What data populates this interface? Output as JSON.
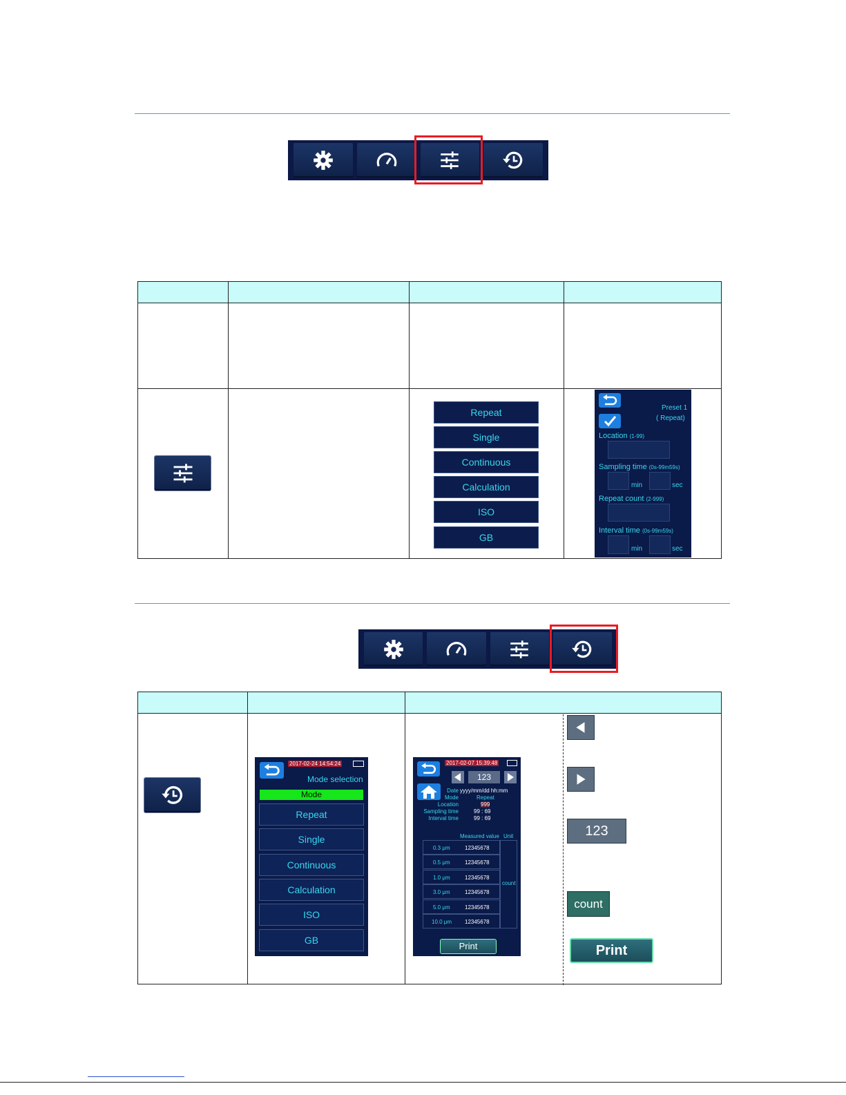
{
  "toolbar_icons": [
    "gear-icon",
    "speedometer-icon",
    "sliders-icon",
    "history-icon"
  ],
  "mode_buttons": [
    "Repeat",
    "Single",
    "Continuous",
    "Calculation",
    "ISO",
    "GB"
  ],
  "preset_screen": {
    "title": "Preset 1",
    "subtitle": "( Repeat)",
    "location_label": "Location",
    "location_range": "(1-99)",
    "sampling_label": "Sampling  time",
    "sampling_range": "(0s-99m59s)",
    "repeat_label": "Repeat  count",
    "repeat_range": "(2-999)",
    "interval_label": "Interval  time",
    "interval_range": "(0s-99m59s)",
    "min_unit": "min",
    "sec_unit": "sec"
  },
  "mode_screen": {
    "datetime": "2017-02-24  14:54:24",
    "title": "Mode selection",
    "mode_header": "Mode"
  },
  "data_screen": {
    "datetime": "2017-02-07  15:39:48",
    "record_no": "123",
    "labels": [
      "Date",
      "Mode",
      "Location",
      "Sampling time",
      "Interval time"
    ],
    "values": [
      "yyyy/mm/dd hh:mm",
      "Repeat",
      "999",
      "99  :  69",
      "99  :  69"
    ],
    "col_measured": "Measured value",
    "col_unit": "Unit",
    "sizes": [
      "0.3 μm",
      "0.5 μm",
      "1.0 μm",
      "3.0 μm",
      "5.0 μm",
      "10.0 μm"
    ],
    "counts": [
      "12345678",
      "12345678",
      "12345678",
      "12345678",
      "12345678",
      "12345678"
    ],
    "unit": "count",
    "print": "Print"
  },
  "legend": {
    "number": "123",
    "count": "count",
    "print": "Print"
  }
}
